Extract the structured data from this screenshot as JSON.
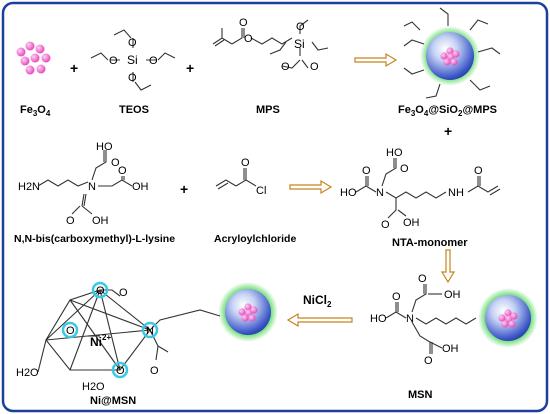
{
  "border_color": "#1c3f9e",
  "arrow_color": "#c8821e",
  "row1": {
    "fe3o4": {
      "sym": "Fe",
      "s1": "3",
      "o": "O",
      "s2": "4"
    },
    "plus1": "+",
    "teos": "TEOS",
    "plus2": "+",
    "mps": "MPS",
    "product": {
      "a": "Fe",
      "a_sub": "3",
      "b": "O",
      "b_sub": "4",
      "c": "@SiO",
      "c_sub": "2",
      "d": "@MPS"
    },
    "plus_below": "+"
  },
  "row2": {
    "lysine_name": "N,N-bis(carboxymethyl)-L-lysine",
    "plus": "+",
    "acryloyl_name": "Acryloylchloride",
    "nta_name": "NTA-monomer"
  },
  "row3": {
    "catalyst": {
      "base": "NiCl",
      "sub": "2"
    },
    "ni_msn": "Ni@MSN",
    "msn": "MSN",
    "ni_ion": {
      "base": "Ni",
      "sup": "2+"
    },
    "water1": "H2O",
    "water2": "H2O"
  },
  "atoms": {
    "Si": "Si",
    "O": "O",
    "OH": "OH",
    "HO": "HO",
    "N": "N",
    "H2N": "H2N",
    "NH": "NH",
    "Cl": "Cl"
  },
  "icons": {
    "nanoparticle": "fe3o4-nanoparticle-icon",
    "core_shell": "core-shell-particle-icon",
    "coordination": "nickel-coordination-icon"
  },
  "colors": {
    "magnetite": "#f07bd0",
    "silica_shell": "#3a5fd0",
    "shell_glow": "#3fd24a",
    "chelate_ring": "#37c9e6"
  }
}
